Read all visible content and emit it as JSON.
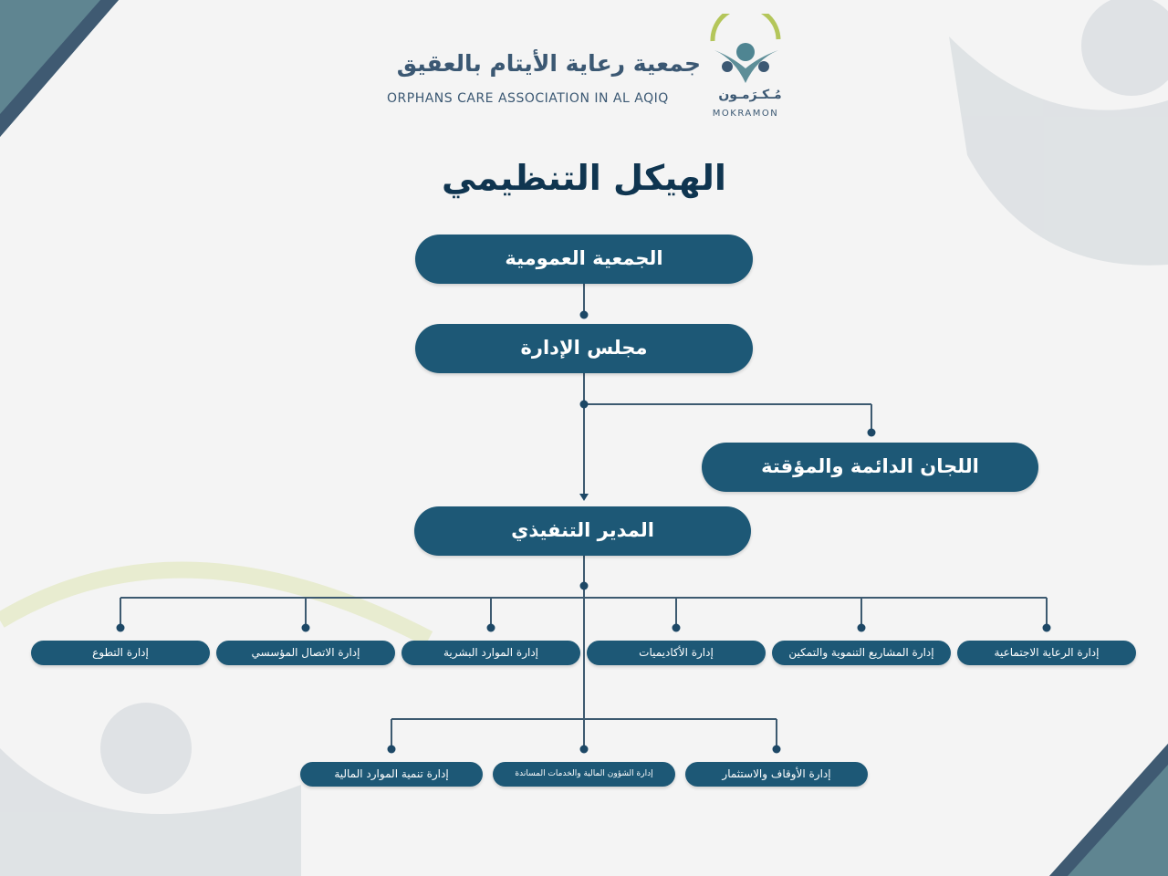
{
  "header": {
    "org_name_ar": "جمعية رعاية الأيتام بالعقيق",
    "org_name_en": "ORPHANS CARE ASSOCIATION IN AL AQIQ",
    "brand_ar": "مُـكـرَمـون",
    "brand_en": "MOKRAMON"
  },
  "title": "الهيكل التنظيمي",
  "nodes": {
    "general_assembly": "الجمعية العمومية",
    "board": "مجلس الإدارة",
    "committees": "اللجان الدائمة والمؤقتة",
    "executive_director": "المدير التنفيذي"
  },
  "departments_row1": [
    "إدارة التطوع",
    "إدارة الاتصال المؤسسي",
    "إدارة الموارد البشرية",
    "إدارة الأكاديميات",
    "إدارة المشاريع التنموية والتمكين",
    "إدارة الرعاية الاجتماعية"
  ],
  "departments_row2": [
    "إدارة تنمية الموارد المالية",
    "إدارة الشؤون المالية والخدمات المساندة",
    "إدارة الأوقاف والاستثمار"
  ],
  "colors": {
    "box": "#1d5876",
    "line": "#3d5a70",
    "title": "#0f3550"
  }
}
